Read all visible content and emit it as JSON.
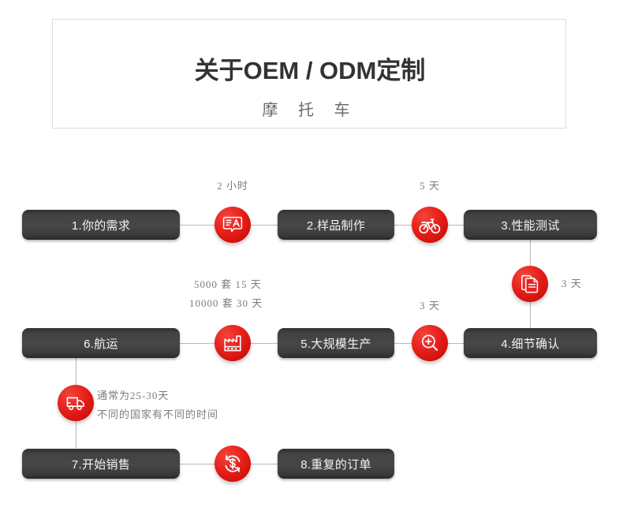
{
  "header": {
    "title": "关于OEM / ODM定制",
    "subtitle": "摩 托 车"
  },
  "colors": {
    "accent_red": "#e8211c",
    "box_dark": "#434343",
    "line_gray": "#b9b9b9",
    "note_gray": "#7d7d7d",
    "title_dark": "#333333",
    "page_bg": "#ffffff"
  },
  "flow": {
    "steps": [
      {
        "id": "step1",
        "label": "1.你的需求"
      },
      {
        "id": "step2",
        "label": "2.样品制作"
      },
      {
        "id": "step3",
        "label": "3.性能测试"
      },
      {
        "id": "step4",
        "label": "4.细节确认"
      },
      {
        "id": "step5",
        "label": "5.大规模生产"
      },
      {
        "id": "step6",
        "label": "6.航运"
      },
      {
        "id": "step7",
        "label": "7.开始销售"
      },
      {
        "id": "step8",
        "label": "8.重复的订单"
      }
    ],
    "connectors": [
      {
        "id": "c1",
        "icon": "translate-icon",
        "note": "2 小时"
      },
      {
        "id": "c2",
        "icon": "bicycle-icon",
        "note": "5 天"
      },
      {
        "id": "c3",
        "icon": "document-icon",
        "note": "3 天"
      },
      {
        "id": "c4",
        "icon": "magnifier-plus-icon",
        "note": "3 天"
      },
      {
        "id": "c5",
        "icon": "factory-icon",
        "note_line1": "5000 套 15 天",
        "note_line2": "10000 套 30 天"
      },
      {
        "id": "c6",
        "icon": "truck-icon",
        "note_line1": "通常为25-30天",
        "note_line2": "不同的国家有不同的时间"
      },
      {
        "id": "c7",
        "icon": "dollar-refresh-icon",
        "note": ""
      }
    ]
  }
}
